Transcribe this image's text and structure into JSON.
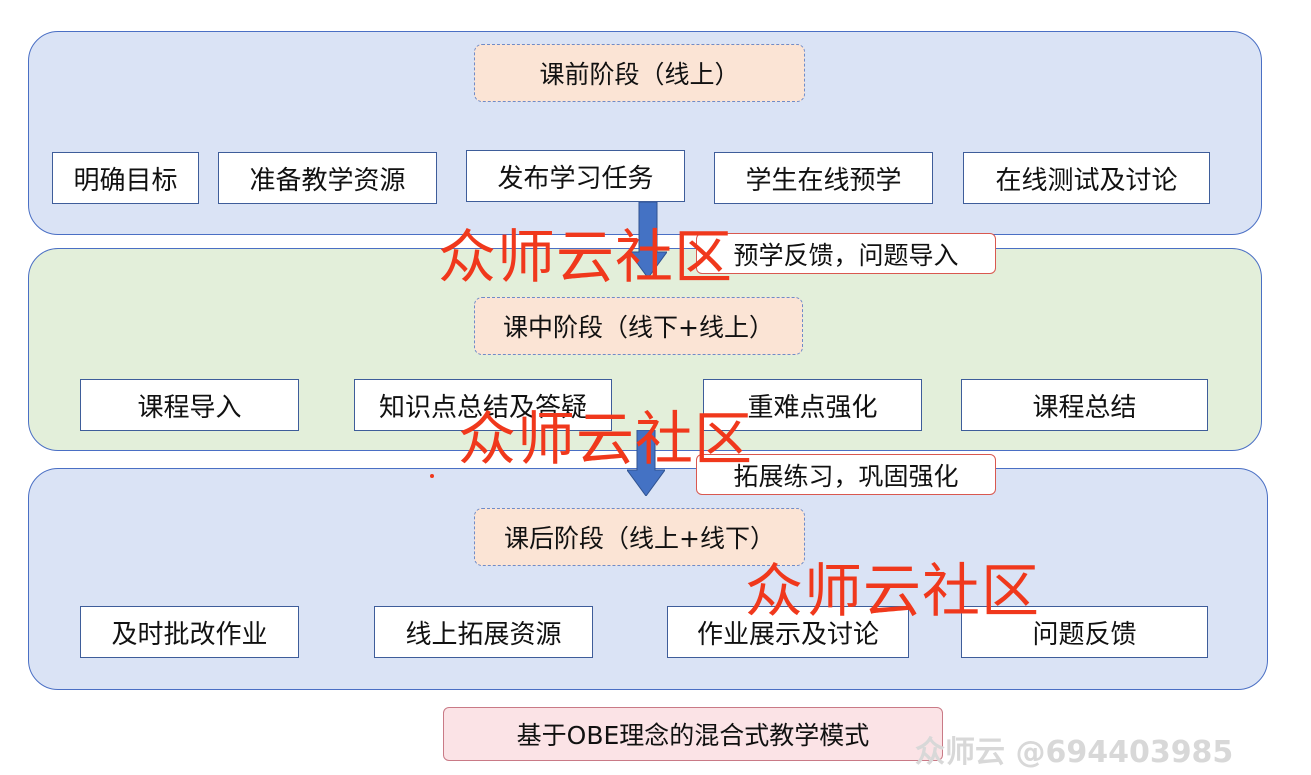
{
  "pre_class": {
    "title": "课前阶段（线上）",
    "steps": [
      "明确目标",
      "准备教学资源",
      "发布学习任务",
      "学生在线预学",
      "在线测试及讨论"
    ]
  },
  "transition_1": "预学反馈，问题导入",
  "in_class": {
    "title": "课中阶段（线下+线上）",
    "steps": [
      "课程导入",
      "知识点总结及答疑",
      "重难点强化",
      "课程总结"
    ]
  },
  "transition_2": "拓展练习，巩固强化",
  "post_class": {
    "title": "课后阶段（线上+线下）",
    "steps": [
      "及时批改作业",
      "线上拓展资源",
      "作业展示及讨论",
      "问题反馈"
    ]
  },
  "caption": "基于OBE理念的混合式教学模式",
  "watermarks": [
    "众师云社区",
    "众师云社区",
    "众师云社区"
  ],
  "footer_watermark": "众师云 @694403985",
  "colors": {
    "panel_blue": "#dae3f5",
    "panel_green": "#e3efda",
    "stage_fill": "#fbe4d5",
    "arrow": "#4472c4",
    "note_border": "#d9584f",
    "watermark": "#f0381c"
  }
}
